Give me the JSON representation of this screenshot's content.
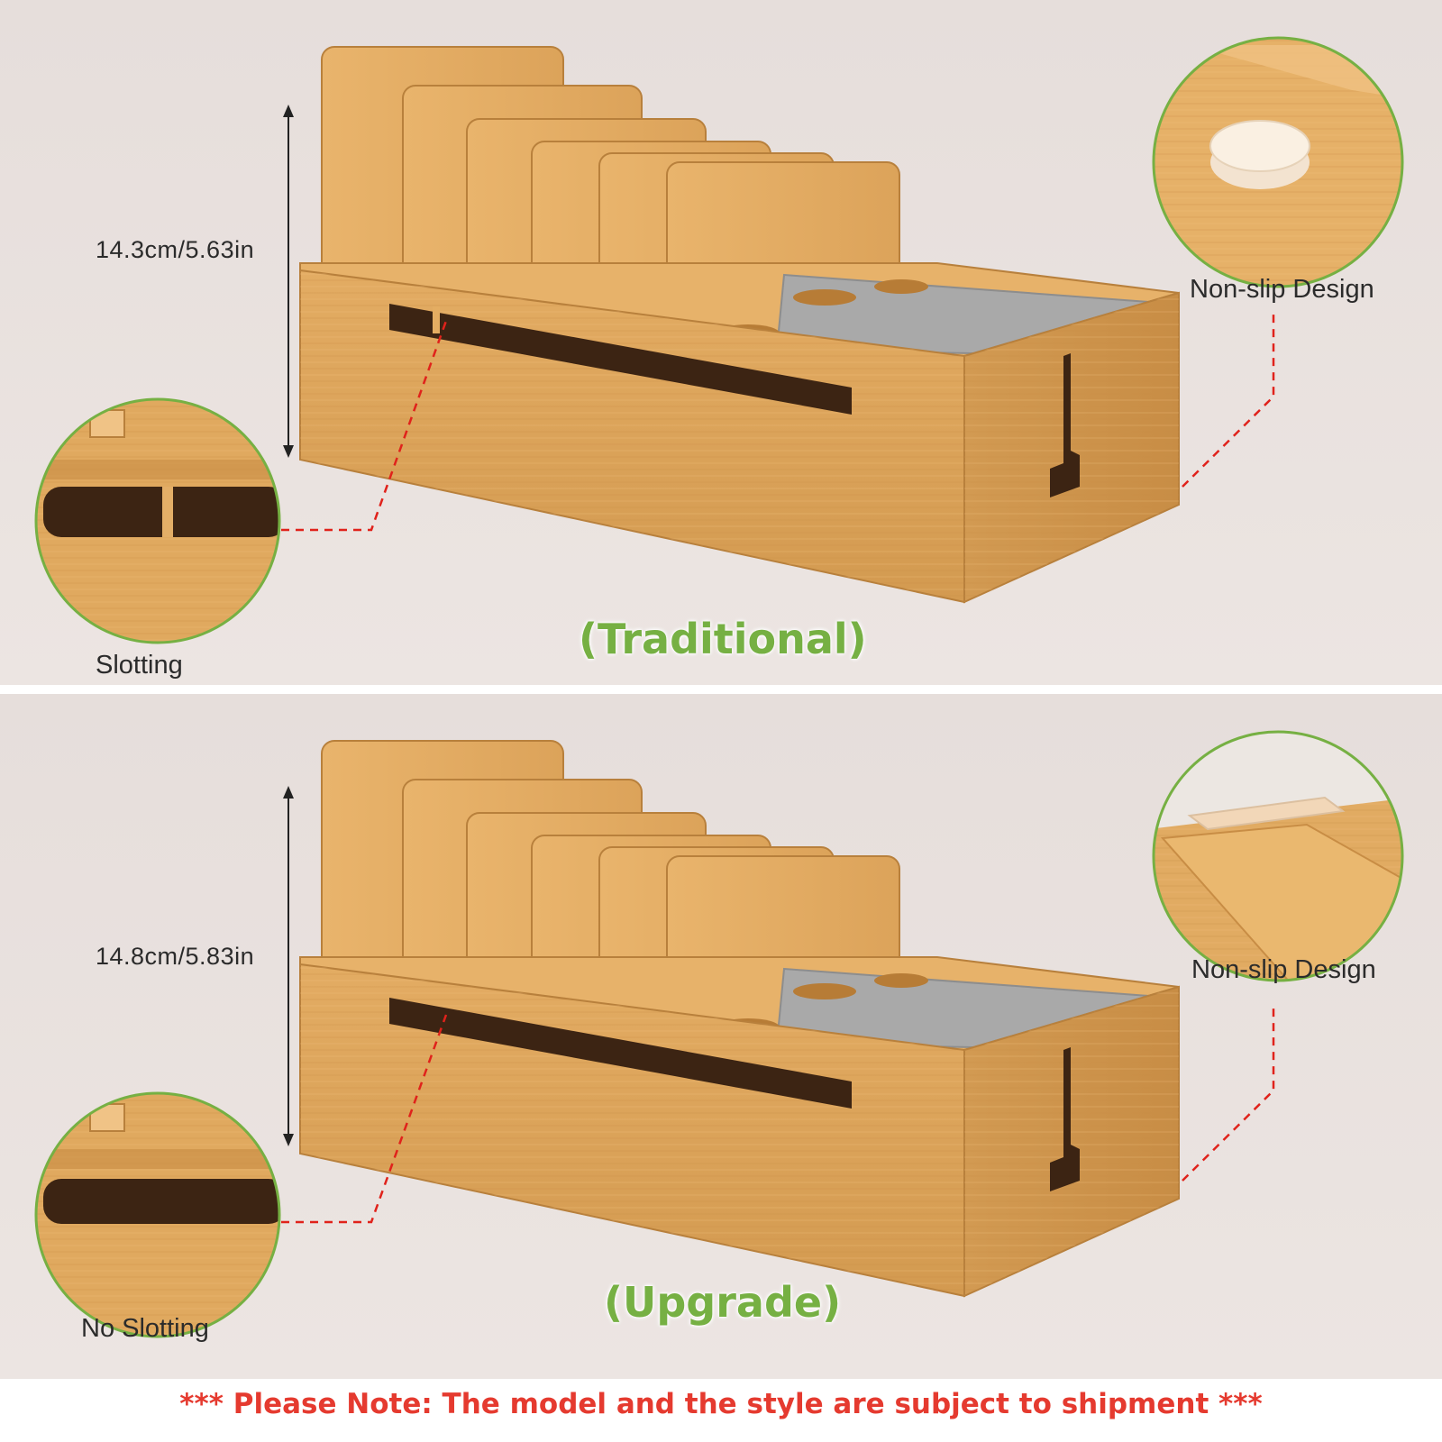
{
  "top": {
    "height_label": "14.3cm/5.63in",
    "right_callout": "Non-slip Design",
    "left_callout": "Slotting",
    "variant_title": "(Traditional)"
  },
  "bottom": {
    "height_label": "14.8cm/5.83in",
    "right_callout": "Non-slip Design",
    "left_callout": "No Slotting",
    "variant_title": "(Upgrade)"
  },
  "footer_note": "*** Please Note: The model and the style are subject to shipment ***",
  "colors": {
    "accent_green": "#76b043",
    "note_red": "#e53a2f",
    "wood": "#dba35a",
    "felt": "#a9a9a9"
  }
}
